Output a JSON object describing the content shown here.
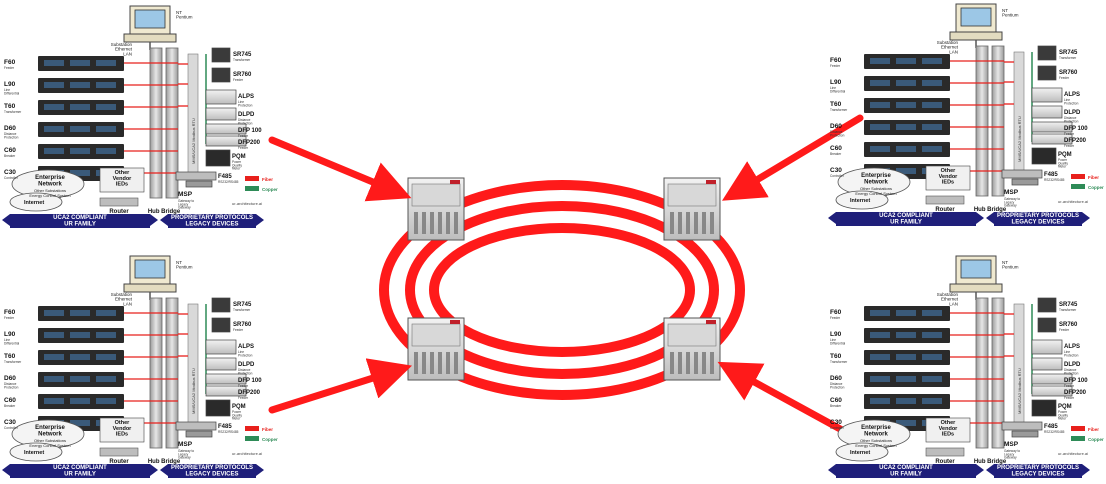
{
  "colors": {
    "ring": "#ff1a1a",
    "arrow": "#ff1a1a",
    "fiber": "#e8201c",
    "copper": "#2e8b57",
    "banner": "#1f1f7a",
    "rack": "#c8c8c8",
    "relay": "#2a2a2a"
  },
  "panel": {
    "pc_label": "NT\nPentium",
    "lan_label": "Substation\nEthernet\nLAN",
    "relays": [
      {
        "name": "F60",
        "sub": "Feeder"
      },
      {
        "name": "L90",
        "sub": "Line\nDifferential"
      },
      {
        "name": "T60",
        "sub": "Transformer"
      },
      {
        "name": "D60",
        "sub": "Distance\nProtection"
      },
      {
        "name": "C60",
        "sub": "Breaker"
      },
      {
        "name": "C30",
        "sub": "Controller"
      }
    ],
    "legacy": [
      {
        "name": "SR745",
        "sub": "Transformer"
      },
      {
        "name": "SR760",
        "sub": "Feeder"
      },
      {
        "name": "ALPS",
        "sub": "Line\nProtection"
      },
      {
        "name": "DLPD",
        "sub": "Distance\nProtection"
      },
      {
        "name": "DFP 100",
        "sub": "Feeder"
      },
      {
        "name": "DFP200",
        "sub": "Feeder"
      },
      {
        "name": "PQM",
        "sub": "Power\nQuality\nMeter"
      },
      {
        "name": "F485",
        "sub": "RS232/RS485"
      }
    ],
    "bus_label": "MMS/UCA2 Modbus RTU",
    "other_vendor": "Other\nVendor\nIEDs",
    "msp_label": "MSP",
    "msp_sub": "Gateway to\nLegacy\nGateway",
    "enterprise": "Enterprise\nNetwork",
    "other_substation": "Other Substations",
    "ecs": "Energy Control System",
    "internet": "Internet",
    "router": "Router",
    "hub_bridge": "Hub Bridge",
    "legend_fiber": "Fiber",
    "legend_copper": "Copper",
    "credit": "ur-architecture.ai",
    "banner_left": "UCA2 COMPLIANT\nUR FAMILY",
    "banner_right": "PROPRIETARY PROTOCOLS\nLEGACY DEVICES"
  }
}
